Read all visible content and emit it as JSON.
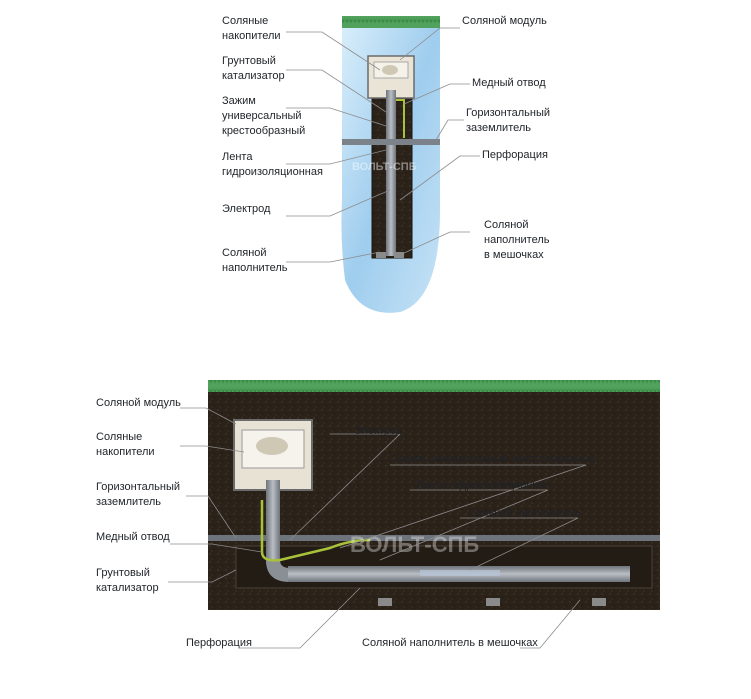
{
  "top_diagram": {
    "labels_left": [
      {
        "id": "salt_accumulators",
        "text": "Соляные\nнакопители"
      },
      {
        "id": "soil_catalyst",
        "text": "Грунтовый\nкатализатор"
      },
      {
        "id": "universal_clamp",
        "text": "Зажим\nуниверсальный\nкрестообразный"
      },
      {
        "id": "waterproof_tape",
        "text": "Лента\nгидроизоляционная"
      },
      {
        "id": "electrode",
        "text": "Электрод"
      },
      {
        "id": "salt_filler",
        "text": "Соляной\nнаполнитель"
      }
    ],
    "labels_right": [
      {
        "id": "salt_module",
        "text": "Соляной модуль"
      },
      {
        "id": "copper_tap",
        "text": "Медный отвод"
      },
      {
        "id": "horizontal_grounder",
        "text": "Горизонтальный\nзаземлитель"
      },
      {
        "id": "perforation",
        "text": "Перфорация"
      },
      {
        "id": "salt_filler_bags",
        "text": "Соляной\nнаполнитель\nв мешочках"
      }
    ],
    "watermark": "ВОЛЬТ-СПБ"
  },
  "bottom_diagram": {
    "labels_left": [
      {
        "id": "salt_module",
        "text": "Соляной модуль"
      },
      {
        "id": "salt_accumulators",
        "text": "Соляные\nнакопители"
      },
      {
        "id": "horizontal_grounder",
        "text": "Горизонтальный\nзаземлитель"
      },
      {
        "id": "copper_tap",
        "text": "Медный отвод"
      },
      {
        "id": "soil_catalyst",
        "text": "Грунтовый\nкатализатор"
      }
    ],
    "labels_top": [
      {
        "id": "electrode",
        "text": "Электрод"
      },
      {
        "id": "universal_clamp",
        "text": "Зажим универсальный крестообразный"
      },
      {
        "id": "waterproof_tape",
        "text": "Лента гидроизоляционная"
      },
      {
        "id": "salt_filler",
        "text": "Соляной наполнитель"
      }
    ],
    "labels_bottom": [
      {
        "id": "perforation",
        "text": "Перфорация"
      },
      {
        "id": "salt_filler_bags",
        "text": "Соляной наполнитель в мешочках"
      }
    ],
    "watermark": "ВОЛЬТ-СПБ"
  },
  "colors": {
    "grass": "#3f8f4a",
    "soil": "#2a2119",
    "ice": "#a9d3f0",
    "pipe": "#8a8f96",
    "copper_wire": "#a8c23a",
    "leader_line": "#8c8c8c"
  }
}
